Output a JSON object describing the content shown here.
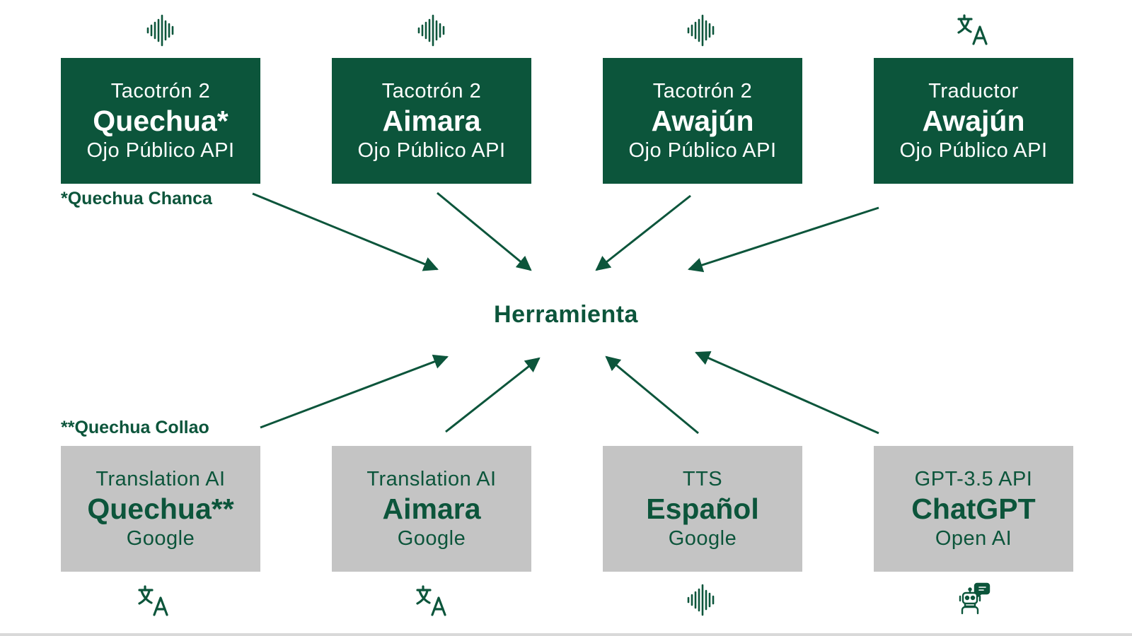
{
  "top_cards": [
    {
      "line1": "Tacotrón 2",
      "line2": "Quechua*",
      "line3": "Ojo Público API",
      "icon": "sound-wave-icon"
    },
    {
      "line1": "Tacotrón 2",
      "line2": "Aimara",
      "line3": "Ojo Público API",
      "icon": "sound-wave-icon"
    },
    {
      "line1": "Tacotrón 2",
      "line2": "Awajún",
      "line3": "Ojo Público API",
      "icon": "sound-wave-icon"
    },
    {
      "line1": "Traductor",
      "line2": "Awajún",
      "line3": "Ojo Público API",
      "icon": "translate-icon"
    }
  ],
  "bottom_cards": [
    {
      "line1": "Translation AI",
      "line2": "Quechua**",
      "line3": "Google",
      "icon": "translate-icon"
    },
    {
      "line1": "Translation AI",
      "line2": "Aimara",
      "line3": "Google",
      "icon": "translate-icon"
    },
    {
      "line1": "TTS",
      "line2": "Español",
      "line3": "Google",
      "icon": "sound-wave-icon"
    },
    {
      "line1": "GPT-3.5 API",
      "line2": "ChatGPT",
      "line3": "Open AI",
      "icon": "chatbot-icon"
    }
  ],
  "notes": {
    "top": "*Quechua Chanca",
    "bottom": "**Quechua Collao"
  },
  "center_label": "Herramienta",
  "colors": {
    "accent": "#0c553b",
    "card_gray": "#c4c4c4",
    "background": "#ffffff"
  }
}
